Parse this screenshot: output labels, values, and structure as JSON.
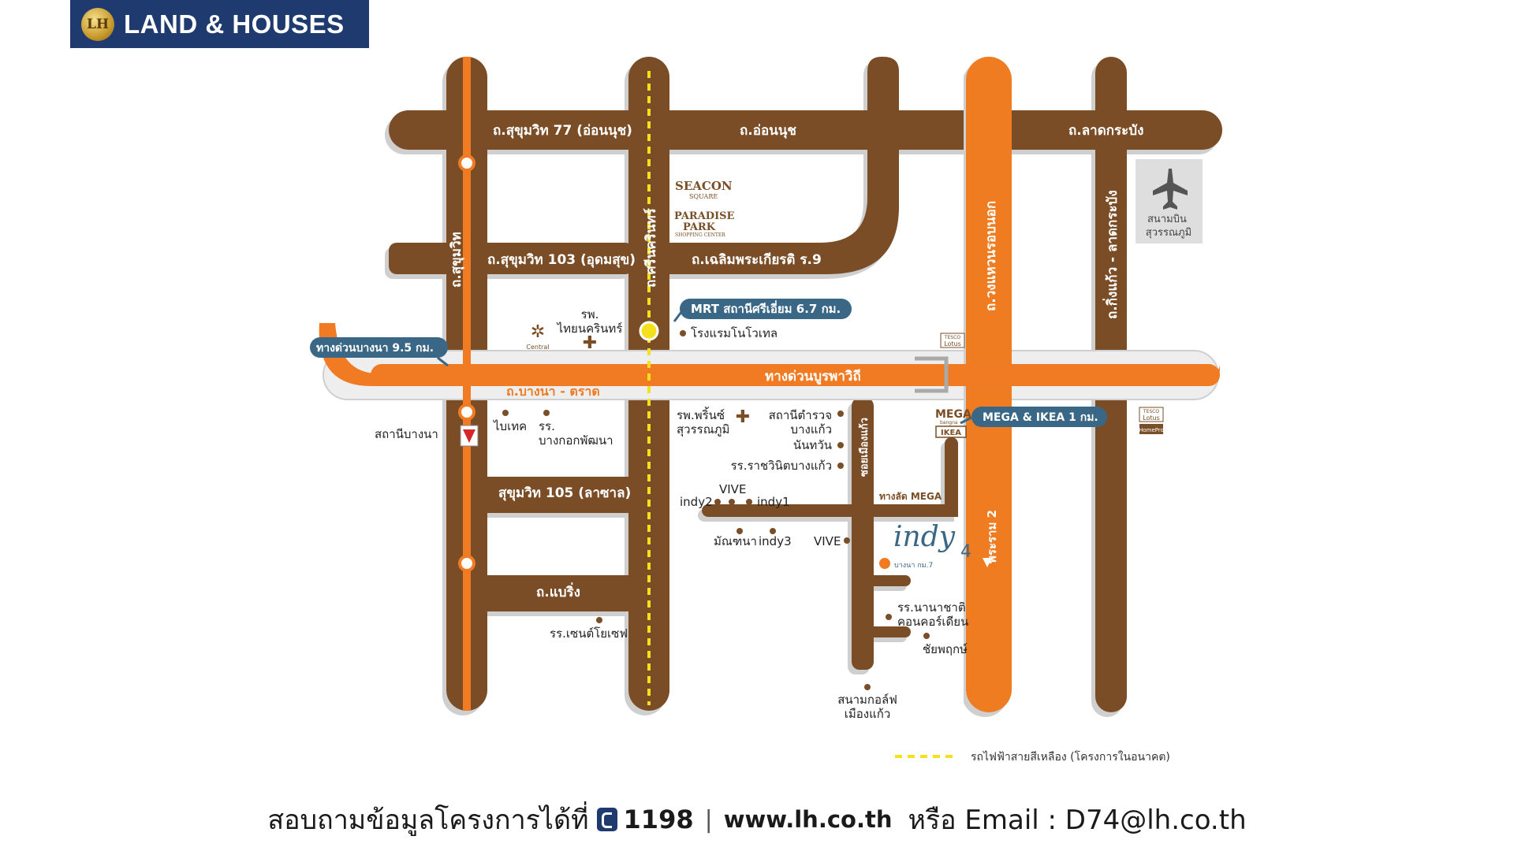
{
  "brand": {
    "name": "LAND & HOUSES",
    "logo_text": "LH"
  },
  "colors": {
    "road": "#7a4e27",
    "expressway": "#f07b23",
    "yellow_line": "#f4e01c",
    "callout": "#3a6785",
    "header": "#1f3a6e"
  },
  "map": {
    "roads": {
      "sukhumvit77": "ถ.สุขุมวิท 77 (อ่อนนุช)",
      "onnut": "ถ.อ่อนนุช",
      "latkrabang": "ถ.ลาดกระบัง",
      "sukhumvit103": "ถ.สุขุมวิท 103 (อุดมสุข)",
      "chalermprakiat": "ถ.เฉลิมพระเกียรติ ร.9",
      "sukhumvit": "ถ.สุขุมวิท",
      "srinakarin": "ถ.ศรีนครินทร์",
      "outer_ring": "ถ.วงแหวนรอบนอก",
      "kingkaew": "ถ.กิ่งแก้ว - ลาดกระบัง",
      "burapha_expressway": "ทางด่วนบูรพาวิถี",
      "bangna_trad": "ถ.บางนา - ตราด",
      "sukhumvit105": "สุขุมวิท 105 (ลาซาล)",
      "bearing": "ถ.แบริ่ง",
      "soi_mueangkaew": "ซอยเมืองแก้ว",
      "mega_shortcut": "ทางลัด MEGA",
      "rama2": "พระราม 2"
    },
    "callouts": {
      "mrt": "MRT สถานีศรีเอี่ยม 6.7 กม.",
      "bangna_expressway": "ทางด่วนบางนา 9.5 กม.",
      "mega_ikea": "MEGA & IKEA 1 กม."
    },
    "places": {
      "airport": "สนามบิน\nสุวรรณภูมิ",
      "seacon": "SEACON",
      "seacon_sub": "SQUARE",
      "paradise": "PARADISE",
      "paradise2": "PARK",
      "paradise_sub": "SHOPPING CENTER",
      "thainakarin_hosp": "รพ.\nไทยนครินทร์",
      "central": "Central",
      "novotel": "โรงแรมโนโวเทล",
      "bangna_station": "สถานีบางนา",
      "bitec": "ไบเทค",
      "bkk_pattana": "รร.\nบางกอกพัฒนา",
      "princ_hosp": "รพ.พริ้นซ์\nสุวรรณภูมิ",
      "police": "สถานีตำรวจ\nบางแก้ว",
      "nantawan": "นันทวัน",
      "rajavinit": "รร.ราชวินิตบางแก้ว",
      "vive1": "VIVE",
      "indy2": "indy2",
      "indy1": "indy1",
      "mantana": "มัณฑนา",
      "indy3": "indy3",
      "vive2": "VIVE",
      "concordian": "รร.นานาชาติ\nคอนคอร์เดียน",
      "chaiyapruek": "ชัยพฤกษ์",
      "golf": "สนามกอล์ฟ\nเมืองแก้ว",
      "st_joseph": "รร.เซนต์โยเซฟ",
      "tesco1": "TESCO",
      "tesco1b": "Lotus",
      "tesco2": "TESCO",
      "tesco2b": "Lotus",
      "homepro": "HomePro",
      "mega": "MEGA",
      "mega_sub": "bangna",
      "ikea": "IKEA",
      "indy4_logo": "indy",
      "indy4_num": "4",
      "indy4_sub": "บางนา กม.7"
    },
    "legend": "รถไฟฟ้าสายสีเหลือง (โครงการในอนาคต)"
  },
  "footer": {
    "prefix": "สอบถามข้อมูลโครงการได้ที่",
    "phone": "1198",
    "sep": "|",
    "website": "www.lh.co.th",
    "email": "หรือ Email : D74@lh.co.th"
  }
}
